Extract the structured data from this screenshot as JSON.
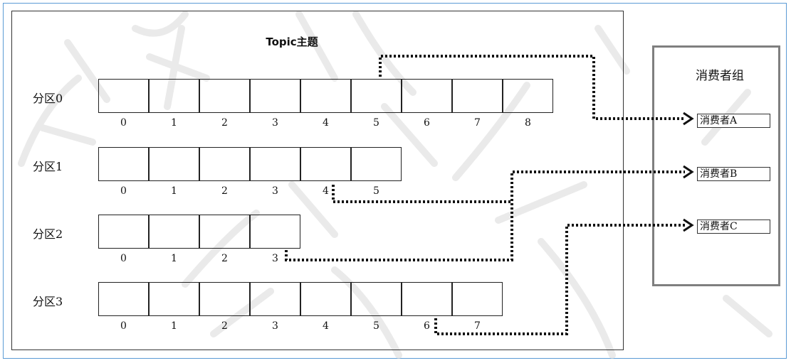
{
  "topic": {
    "title": "Topic主题"
  },
  "partitions": [
    {
      "label": "分区0",
      "offsets": [
        "0",
        "1",
        "2",
        "3",
        "4",
        "5",
        "6",
        "7",
        "8"
      ]
    },
    {
      "label": "分区1",
      "offsets": [
        "0",
        "1",
        "2",
        "3",
        "4",
        "5"
      ]
    },
    {
      "label": "分区2",
      "offsets": [
        "0",
        "1",
        "2",
        "3"
      ]
    },
    {
      "label": "分区3",
      "offsets": [
        "0",
        "1",
        "2",
        "3",
        "4",
        "5",
        "6",
        "7"
      ]
    }
  ],
  "consumer_group": {
    "title": "消费者组",
    "consumers": [
      {
        "label": "消费者A"
      },
      {
        "label": "消费者B"
      },
      {
        "label": "消费者C"
      }
    ]
  },
  "watermark": {
    "text": "赵渝强老师"
  },
  "colors": {
    "frame": "#5b9bd5",
    "group_border": "#7f7f7f",
    "connector": "#111111",
    "watermark": "#d9d9d9"
  }
}
